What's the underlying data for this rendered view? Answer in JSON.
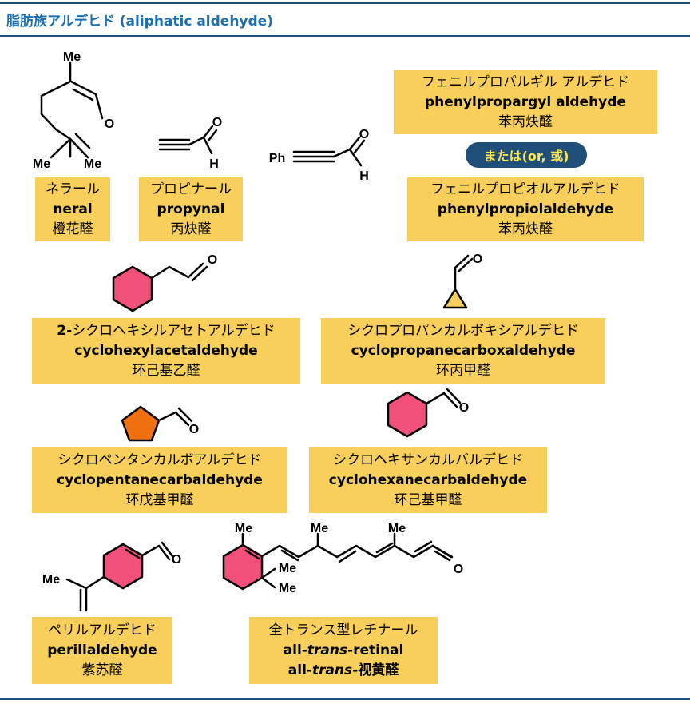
{
  "header": {
    "title": "脂肪族アルデヒド (aliphatic aldehyde)"
  },
  "atoms": {
    "me": "Me",
    "ph": "Ph",
    "o": "O",
    "h": "H"
  },
  "connector": {
    "label": "または(or, 或)"
  },
  "colors": {
    "label_bg": "#f7cf5a",
    "rule": "#1f4e79",
    "title": "#1a6fb0",
    "ring_pink": "#f0507a",
    "ring_orange": "#f07010",
    "triangle": "#f7cf5a",
    "pill_text": "#ffe64d"
  },
  "compounds": [
    {
      "id": "neral",
      "ja": "ネラール",
      "en": "neral",
      "zh": "橙花醛"
    },
    {
      "id": "propynal",
      "ja": "プロピナール",
      "en": "propynal",
      "zh": "丙炔醛"
    },
    {
      "id": "phenylpropargyl",
      "ja": "フェニルプロパルギル アルデヒド",
      "en": "phenylpropargyl aldehyde",
      "zh": "苯丙炔醛"
    },
    {
      "id": "phenylpropiol",
      "ja": "フェニルプロピオルアルデヒド",
      "en": "phenylpropiolaldehyde",
      "zh": "苯丙炔醛"
    },
    {
      "id": "cyclohexylacet",
      "ja_prefix": "2-",
      "ja": "シクロヘキシルアセトアルデヒド",
      "en": "cyclohexylacetaldehyde",
      "zh": "环己基乙醛"
    },
    {
      "id": "cyclopropanecarbox",
      "ja": "シクロプロパンカルボキシアルデヒド",
      "en": "cyclopropanecarboxaldehyde",
      "zh": "环丙甲醛"
    },
    {
      "id": "cyclopentanecarb",
      "ja": "シクロペンタンカルボアルデヒド",
      "en": "cyclopentanecarbaldehyde",
      "zh": "环戊基甲醛"
    },
    {
      "id": "cyclohexanecarb",
      "ja": "シクロヘキサンカルバルデヒド",
      "en": "cyclohexanecarbaldehyde",
      "zh": "环己基甲醛"
    },
    {
      "id": "perillaldehyde",
      "ja": "ペリルアルデヒド",
      "en": "perillaldehyde",
      "zh": "紫苏醛"
    },
    {
      "id": "retinal",
      "ja": "全トランス型レチナール",
      "en_pre": "all-",
      "en_it": "trans",
      "en_post": "-retinal",
      "zh_pre": "all-",
      "zh_it": "trans",
      "zh_post": "-视黄醛"
    }
  ]
}
